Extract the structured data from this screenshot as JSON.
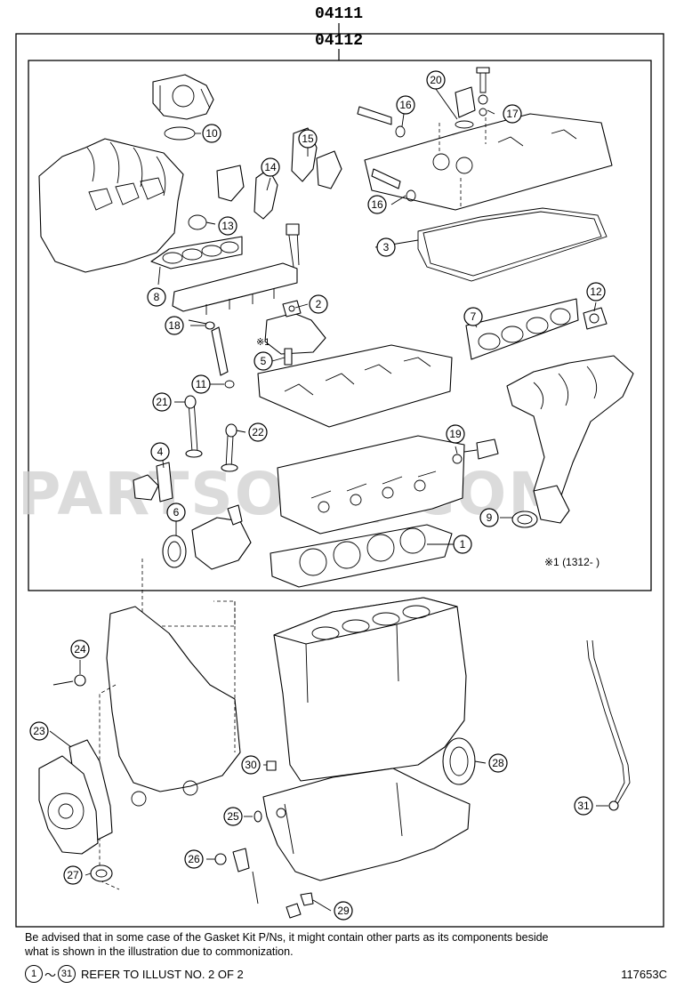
{
  "kit_outer": "04111",
  "kit_inner": "04112",
  "watermark": "PARTSOUQ.COM",
  "note_marker": "※1",
  "note_range": "※1 (1312-      )",
  "callouts": [
    "1",
    "2",
    "3",
    "4",
    "5",
    "6",
    "7",
    "8",
    "9",
    "10",
    "11",
    "12",
    "13",
    "14",
    "15",
    "16",
    "16",
    "17",
    "18",
    "19",
    "20",
    "21",
    "22",
    "23",
    "24",
    "25",
    "26",
    "27",
    "28",
    "29",
    "30",
    "31"
  ],
  "footer_note": "Be advised that in some case of the Gasket Kit P/Ns,  it might contain other parts as its components beside what is shown in the illustration due to commonization.",
  "refer": {
    "from": "1",
    "tilde": "～",
    "to": "31",
    "text": "REFER TO ILLUST NO. 2 OF 2"
  },
  "illustration_number": "117653C"
}
